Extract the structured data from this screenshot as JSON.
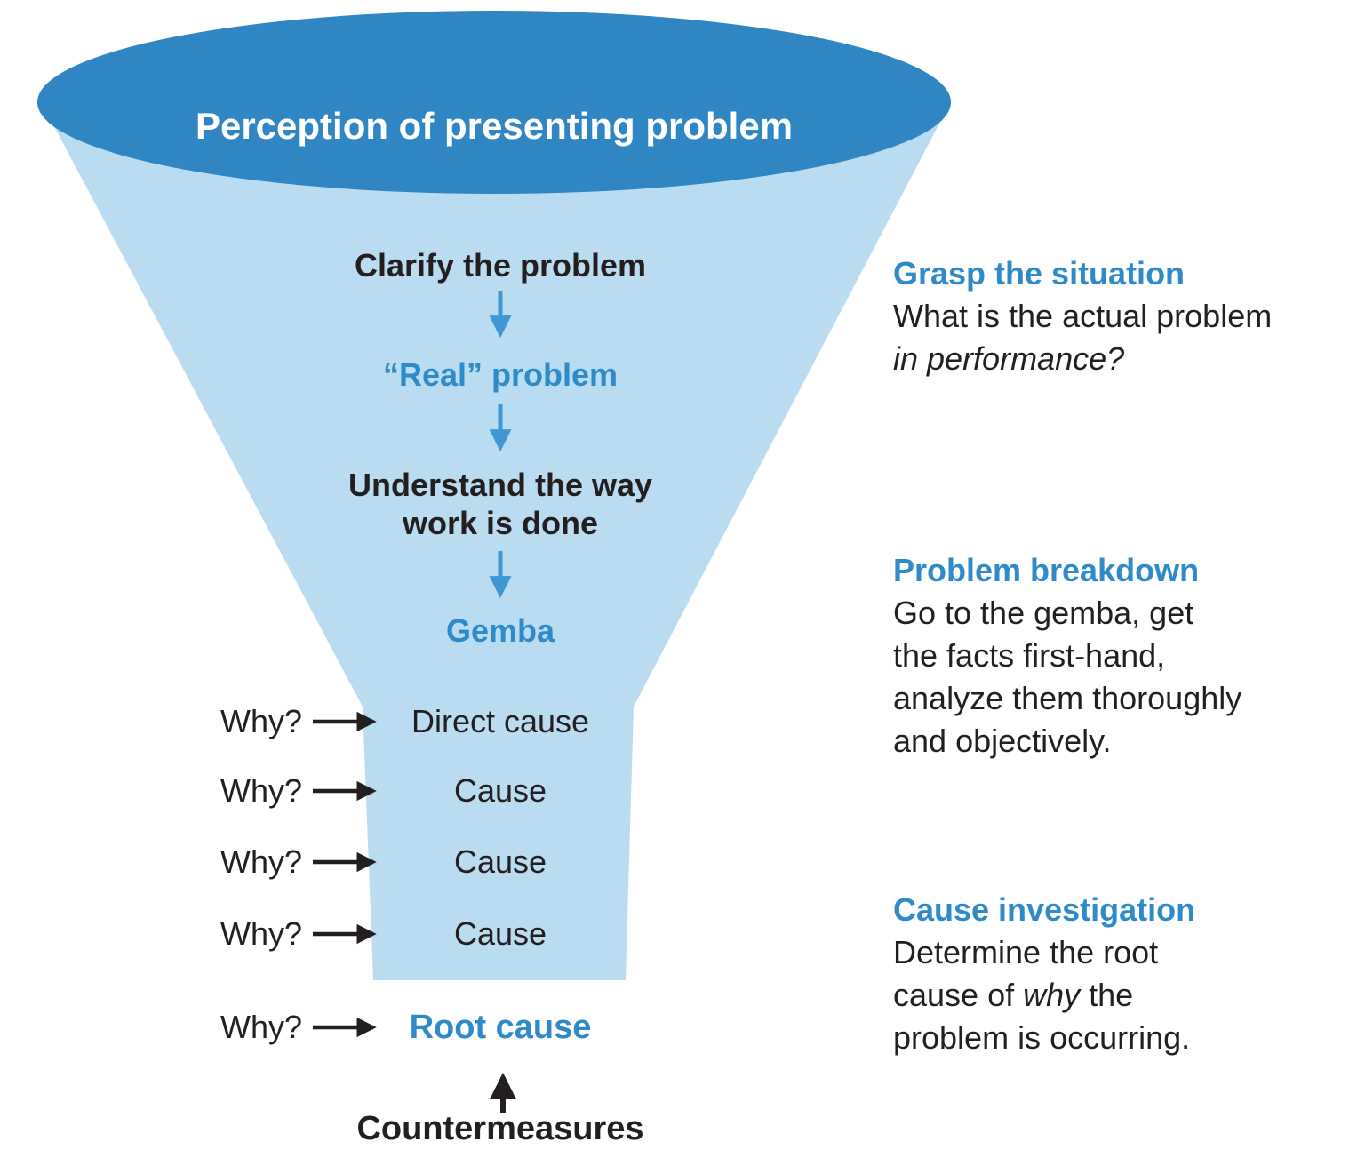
{
  "funnel": {
    "top_label": "Perception of presenting problem",
    "steps": {
      "clarify": "Clarify the problem",
      "real_problem": "“Real” problem",
      "understand_line1": "Understand the way",
      "understand_line2": "work is done",
      "gemba": "Gemba"
    },
    "why_rows": [
      {
        "why": "Why?",
        "label": "Direct cause"
      },
      {
        "why": "Why?",
        "label": "Cause"
      },
      {
        "why": "Why?",
        "label": "Cause"
      },
      {
        "why": "Why?",
        "label": "Cause"
      },
      {
        "why": "Why?",
        "label": "Root cause"
      }
    ],
    "countermeasures": "Countermeasures"
  },
  "annotations": {
    "grasp": {
      "title": "Grasp the situation",
      "line1": "What is the actual problem",
      "line2_italic": "in performance?"
    },
    "breakdown": {
      "title": "Problem breakdown",
      "lines": [
        "Go to the gemba, get",
        "the facts first-hand,",
        "analyze them thoroughly",
        "and objectively."
      ]
    },
    "cause": {
      "title": "Cause investigation",
      "line1": "Determine the root",
      "line2_pre": "cause of ",
      "line2_italic": "why",
      "line2_post": " the",
      "line3": "problem is occurring."
    }
  },
  "colors": {
    "funnel_dark_blue": "#2f86c3",
    "funnel_light_blue": "#b9dcf1",
    "accent_blue_text": "#2e8ac8",
    "arrow_blue": "#3f97d3",
    "text_black": "#231f20",
    "title_white": "#ffffff"
  }
}
